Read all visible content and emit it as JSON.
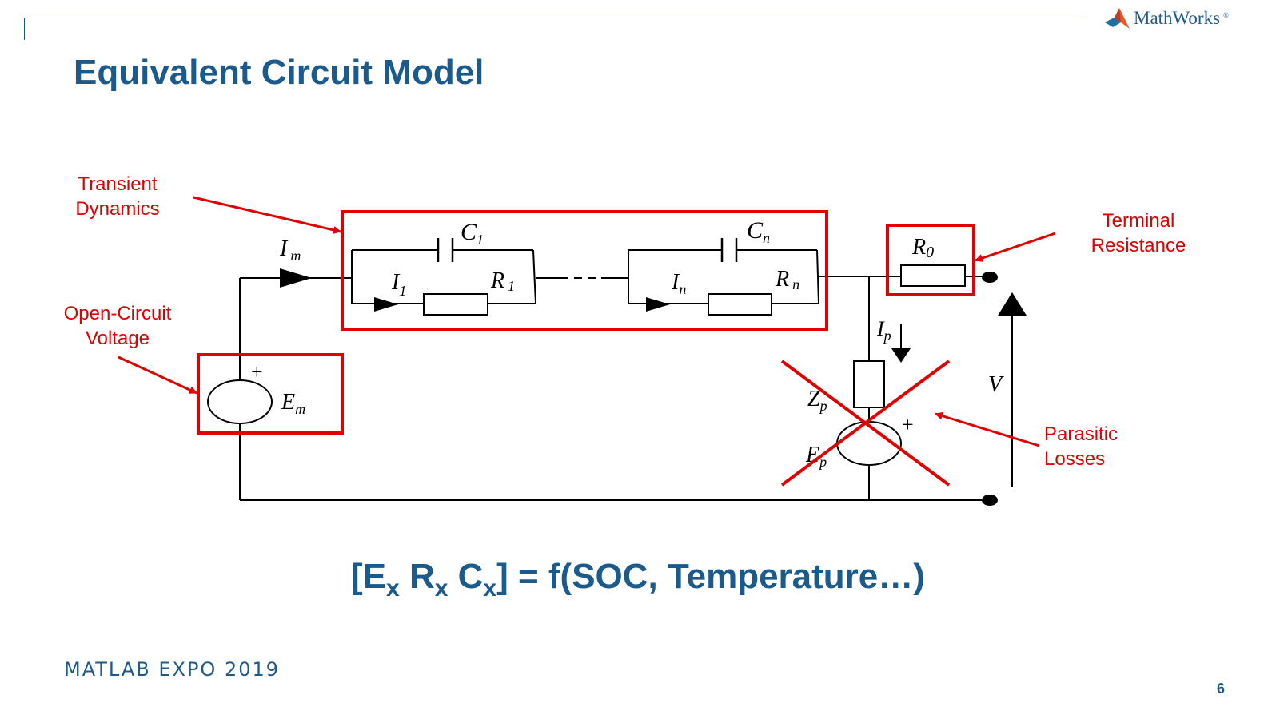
{
  "header": {
    "logo_text": "MathWorks",
    "logo_tm": "®"
  },
  "slide": {
    "title": "Equivalent Circuit Model",
    "page_number": "6"
  },
  "annotations": {
    "transient_line1": "Transient",
    "transient_line2": "Dynamics",
    "ocv_line1": "Open-Circuit",
    "ocv_line2": "Voltage",
    "terminal_line1": "Terminal",
    "terminal_line2": "Resistance",
    "parasitic_line1": "Parasitic",
    "parasitic_line2": "Losses"
  },
  "circuit_labels": {
    "im": "I",
    "im_sub": "m",
    "c1": "C",
    "c1_sub": "1",
    "cn": "C",
    "cn_sub": "n",
    "i1": "I",
    "i1_sub": "1",
    "r1": "R",
    "r1_sub": "1",
    "in": "I",
    "in_sub": "n",
    "rn": "R",
    "rn_sub": "n",
    "r0": "R",
    "r0_sub": "0",
    "ip": "I",
    "ip_sub": "p",
    "em": "E",
    "em_sub": "m",
    "zp": "Z",
    "zp_sub": "p",
    "ep": "E",
    "ep_sub": "p",
    "v": "V",
    "plus_em": "+",
    "plus_ep": "+"
  },
  "formula": {
    "open": "[E",
    "sub1": "x",
    "r": " R",
    "sub2": "x",
    "c": " C",
    "sub3": "x",
    "close": "] = f(SOC, Temperature…)"
  },
  "footer": {
    "brand": "MATLAB EXPO 2019"
  },
  "colors": {
    "accent_blue": "#1a5a8c",
    "annotation_red": "#e00000"
  }
}
